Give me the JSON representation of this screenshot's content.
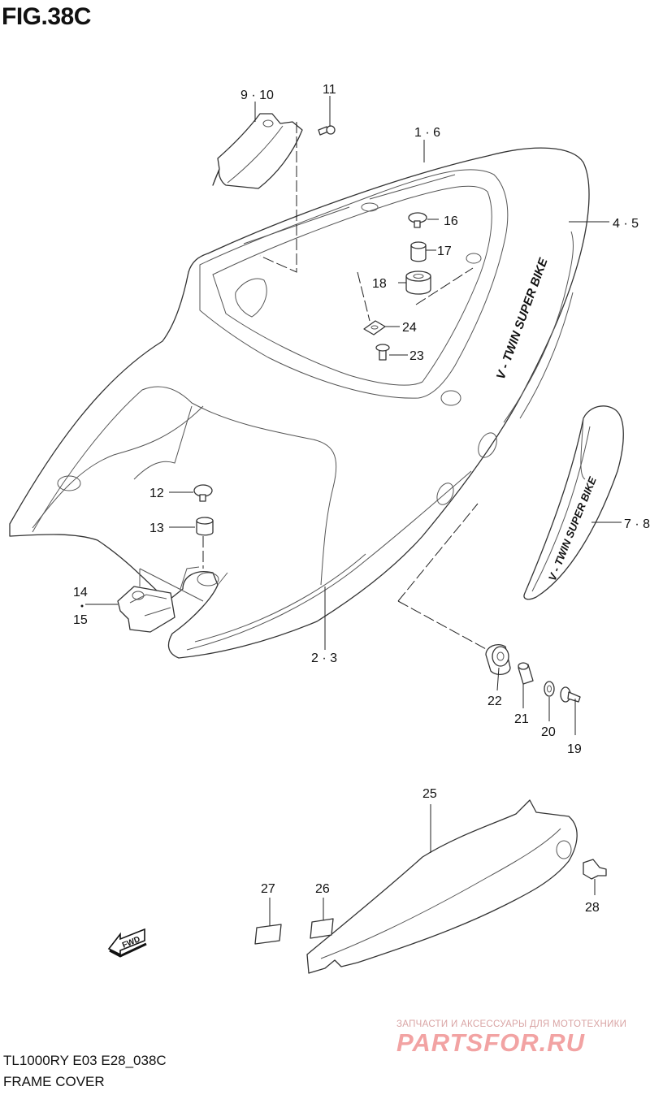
{
  "figure": {
    "title": "FIG.38C",
    "model_code": "TL1000RY E03 E28_038C",
    "name": "FRAME COVER"
  },
  "decals": {
    "main": "V - TWIN SUPER BIKE",
    "side": "V - TWIN SUPER BIKE"
  },
  "fwd_label": "FWD",
  "watermark": {
    "tagline": "ЗАПЧАСТИ И АКСЕССУАРЫ ДЛЯ МОТОТЕХНИКИ",
    "logo": "PARTSFOR.RU"
  },
  "callouts": [
    {
      "id": "c-9-10",
      "label": "9 · 10"
    },
    {
      "id": "c-11",
      "label": "11"
    },
    {
      "id": "c-1-6",
      "label": "1 · 6"
    },
    {
      "id": "c-16",
      "label": "16"
    },
    {
      "id": "c-17",
      "label": "17"
    },
    {
      "id": "c-18",
      "label": "18"
    },
    {
      "id": "c-24",
      "label": "24"
    },
    {
      "id": "c-23",
      "label": "23"
    },
    {
      "id": "c-4-5",
      "label": "4 · 5"
    },
    {
      "id": "c-12",
      "label": "12"
    },
    {
      "id": "c-13",
      "label": "13"
    },
    {
      "id": "c-14",
      "label": "14"
    },
    {
      "id": "c-15",
      "label": "15"
    },
    {
      "id": "c-7-8",
      "label": "7 · 8"
    },
    {
      "id": "c-2-3",
      "label": "2 · 3"
    },
    {
      "id": "c-22",
      "label": "22"
    },
    {
      "id": "c-21",
      "label": "21"
    },
    {
      "id": "c-20",
      "label": "20"
    },
    {
      "id": "c-19",
      "label": "19"
    },
    {
      "id": "c-25",
      "label": "25"
    },
    {
      "id": "c-27",
      "label": "27"
    },
    {
      "id": "c-26",
      "label": "26"
    },
    {
      "id": "c-28",
      "label": "28"
    }
  ]
}
